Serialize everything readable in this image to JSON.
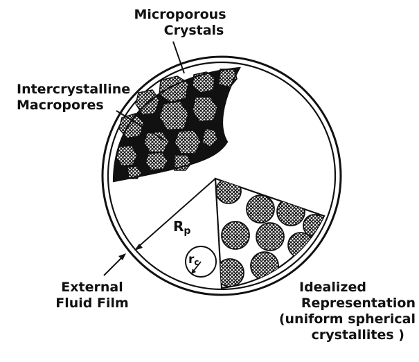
{
  "labels": {
    "microporous_1": "Microporous",
    "microporous_2": "Crystals",
    "intercrystalline_1": "Intercrystalline",
    "intercrystalline_2": "Macropores",
    "external_1": "External",
    "external_2": "Fluid Film",
    "idealized_1": "Idealized",
    "idealized_2": "Representation",
    "idealized_3": "(uniform spherical",
    "idealized_4": "crystallites )",
    "radius_symbol": "R",
    "radius_subscript": "p",
    "crystal_radius_symbol": "r",
    "crystal_radius_subscript": "c"
  },
  "colors": {
    "ink": "#111111",
    "background": "#ffffff"
  }
}
